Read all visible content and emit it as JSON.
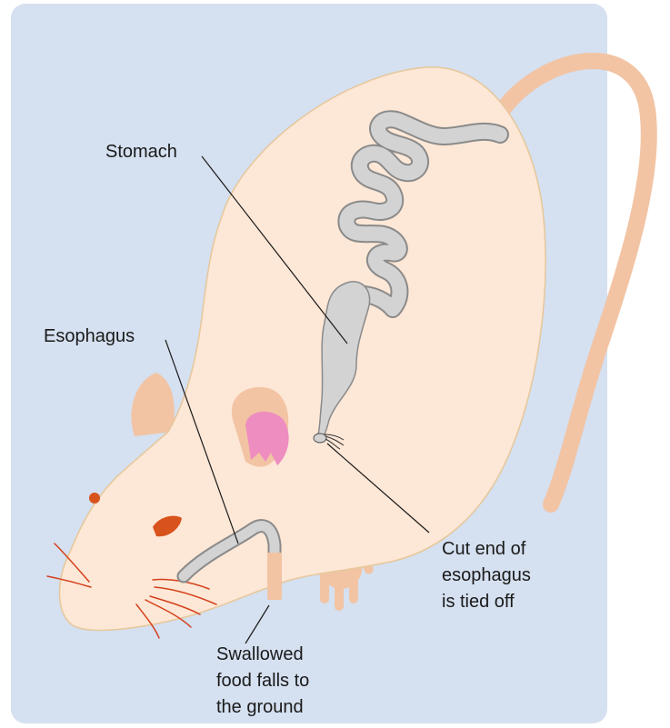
{
  "labels": {
    "stomach": "Stomach",
    "esophagus": "Esophagus",
    "cut_end": [
      "Cut end of",
      "esophagus",
      "is tied off"
    ],
    "swallowed": [
      "Swallowed",
      "food falls to",
      "the ground"
    ]
  },
  "colors": {
    "panel_bg": "#d5e0f0",
    "body_fill": "#fde7d6",
    "body_stroke": "#e6c79a",
    "tail": "#f2c4a4",
    "organ_fill": "#d3d3d3",
    "organ_stroke": "#8a8a8a",
    "ear_pink": "#ee8dc0",
    "eye": "#d8521c",
    "whisker": "#d4401b",
    "line": "#1a1a1a"
  }
}
